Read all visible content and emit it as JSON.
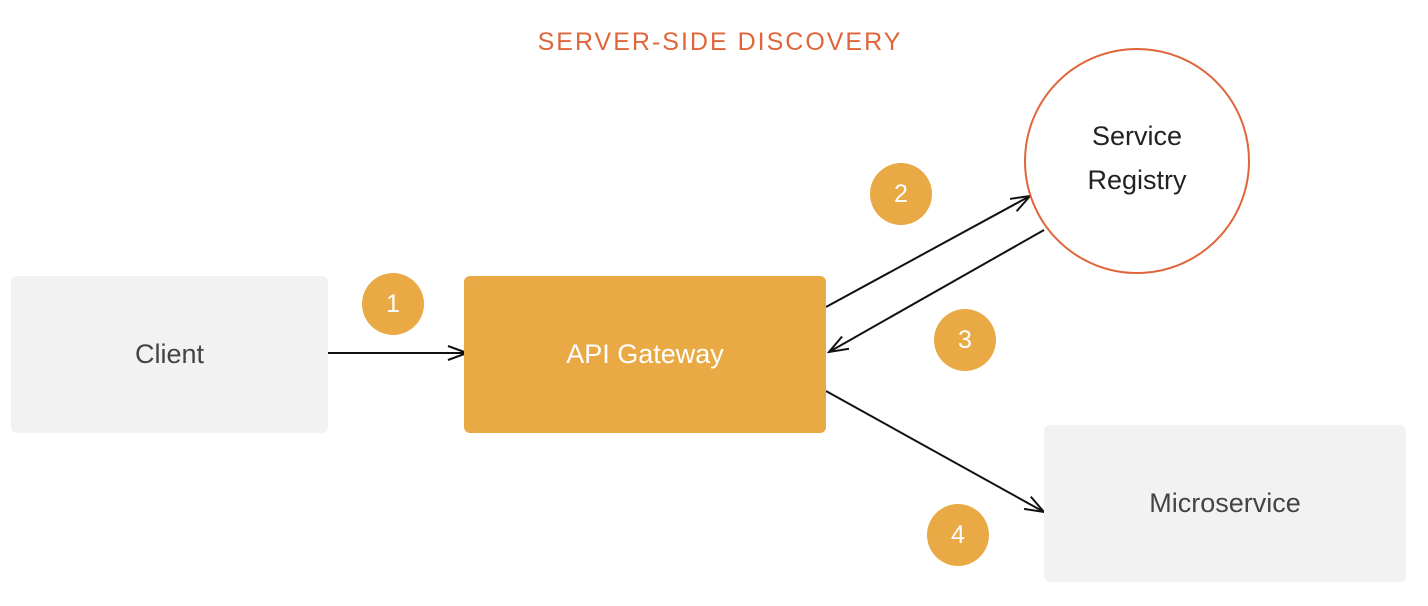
{
  "diagram": {
    "title": "SERVER-SIDE DISCOVERY",
    "nodes": {
      "client": "Client",
      "gateway": "API Gateway",
      "registry": [
        "Service",
        "Registry"
      ],
      "microservice": "Microservice"
    },
    "steps": [
      "1",
      "2",
      "3",
      "4"
    ]
  },
  "colors": {
    "title": "#e0653a",
    "gateway": "#e9aa45",
    "step_badge": "#e9aa45",
    "registry_border": "#e0653a",
    "box_bg": "#f2f2f2",
    "arrow": "#111111"
  }
}
